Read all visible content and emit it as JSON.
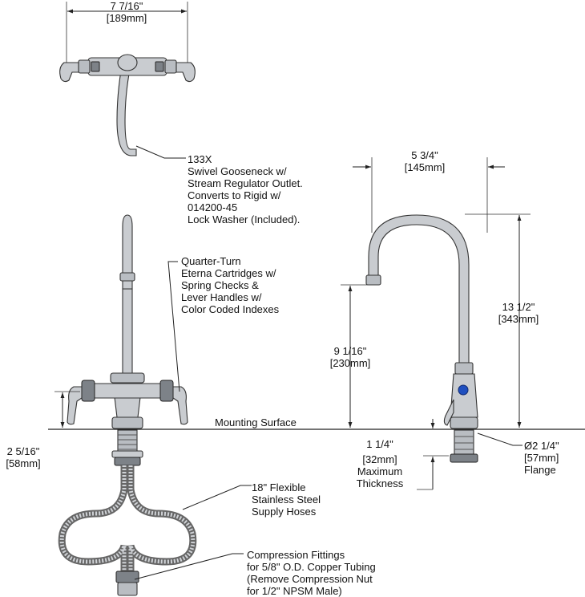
{
  "dimensions": {
    "top_width": {
      "value": "7 7/16\"",
      "metric": "[189mm]"
    },
    "reach": {
      "value": "5 3/4\"",
      "metric": "[145mm]"
    },
    "overall_height": {
      "value": "13 1/2\"",
      "metric": "[343mm]"
    },
    "spout_height": {
      "value": "9 1/16\"",
      "metric": "[230mm]"
    },
    "handle_height": {
      "value": "2 5/16\"",
      "metric": "[58mm]"
    },
    "max_thickness": {
      "value": "1 1/4\"",
      "metric": "[32mm]",
      "caption_line1": "Maximum",
      "caption_line2": "Thickness"
    },
    "flange": {
      "value": "Ø2 1/4\"",
      "metric": "[57mm]",
      "caption": "Flange"
    }
  },
  "callouts": {
    "gooseneck": [
      "133X",
      "Swivel Gooseneck w/",
      "Stream Regulator Outlet.",
      "Converts to Rigid w/",
      "014200-45",
      "Lock Washer (Included)."
    ],
    "cartridges": [
      "Quarter-Turn",
      "Eterna Cartridges w/",
      "Spring Checks &",
      "Lever Handles w/",
      "Color Coded Indexes"
    ],
    "mounting_surface": "Mounting Surface",
    "hoses": [
      "18\" Flexible",
      "Stainless Steel",
      "Supply Hoses"
    ],
    "fittings": [
      "Compression Fittings",
      "for 5/8\" O.D. Copper Tubing",
      "(Remove Compression Nut",
      "for 1/2\" NPSM Male)"
    ]
  },
  "colors": {
    "index_blue": "#1f4fbf",
    "metal": "#c9ccd0"
  }
}
